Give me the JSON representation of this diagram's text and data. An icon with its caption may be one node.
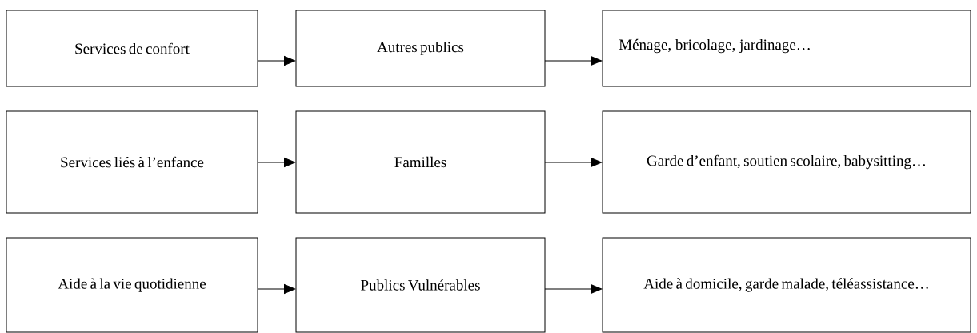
{
  "diagram": {
    "nodes": [
      {
        "text": [
          "Services de confort"
        ]
      },
      {
        "text": [
          "Autres publics"
        ]
      },
      {
        "text": [
          "Ménage, bricolage, jardinage…"
        ]
      },
      {
        "text": [
          "Services liés à l’enfance"
        ]
      },
      {
        "text": [
          "Familles"
        ]
      },
      {
        "text": [
          "Garde d’enfant, soutien scolaire, babysitting…"
        ]
      },
      {
        "text": [
          "Aide à la vie quotidienne"
        ]
      },
      {
        "text": [
          "Publics Vulnérables"
        ]
      },
      {
        "text": [
          "Aide à domicile, garde malade, téléassistance…"
        ]
      }
    ],
    "edges": [
      {
        "from": 0,
        "to": 1,
        "arrow": "to"
      },
      {
        "from": 1,
        "to": 2,
        "arrow": "to"
      },
      {
        "from": 3,
        "to": 4,
        "arrow": "to"
      },
      {
        "from": 4,
        "to": 5,
        "arrow": "to"
      },
      {
        "from": 6,
        "to": 7,
        "arrow": "to"
      },
      {
        "from": 7,
        "to": 8,
        "arrow": "to"
      }
    ]
  }
}
